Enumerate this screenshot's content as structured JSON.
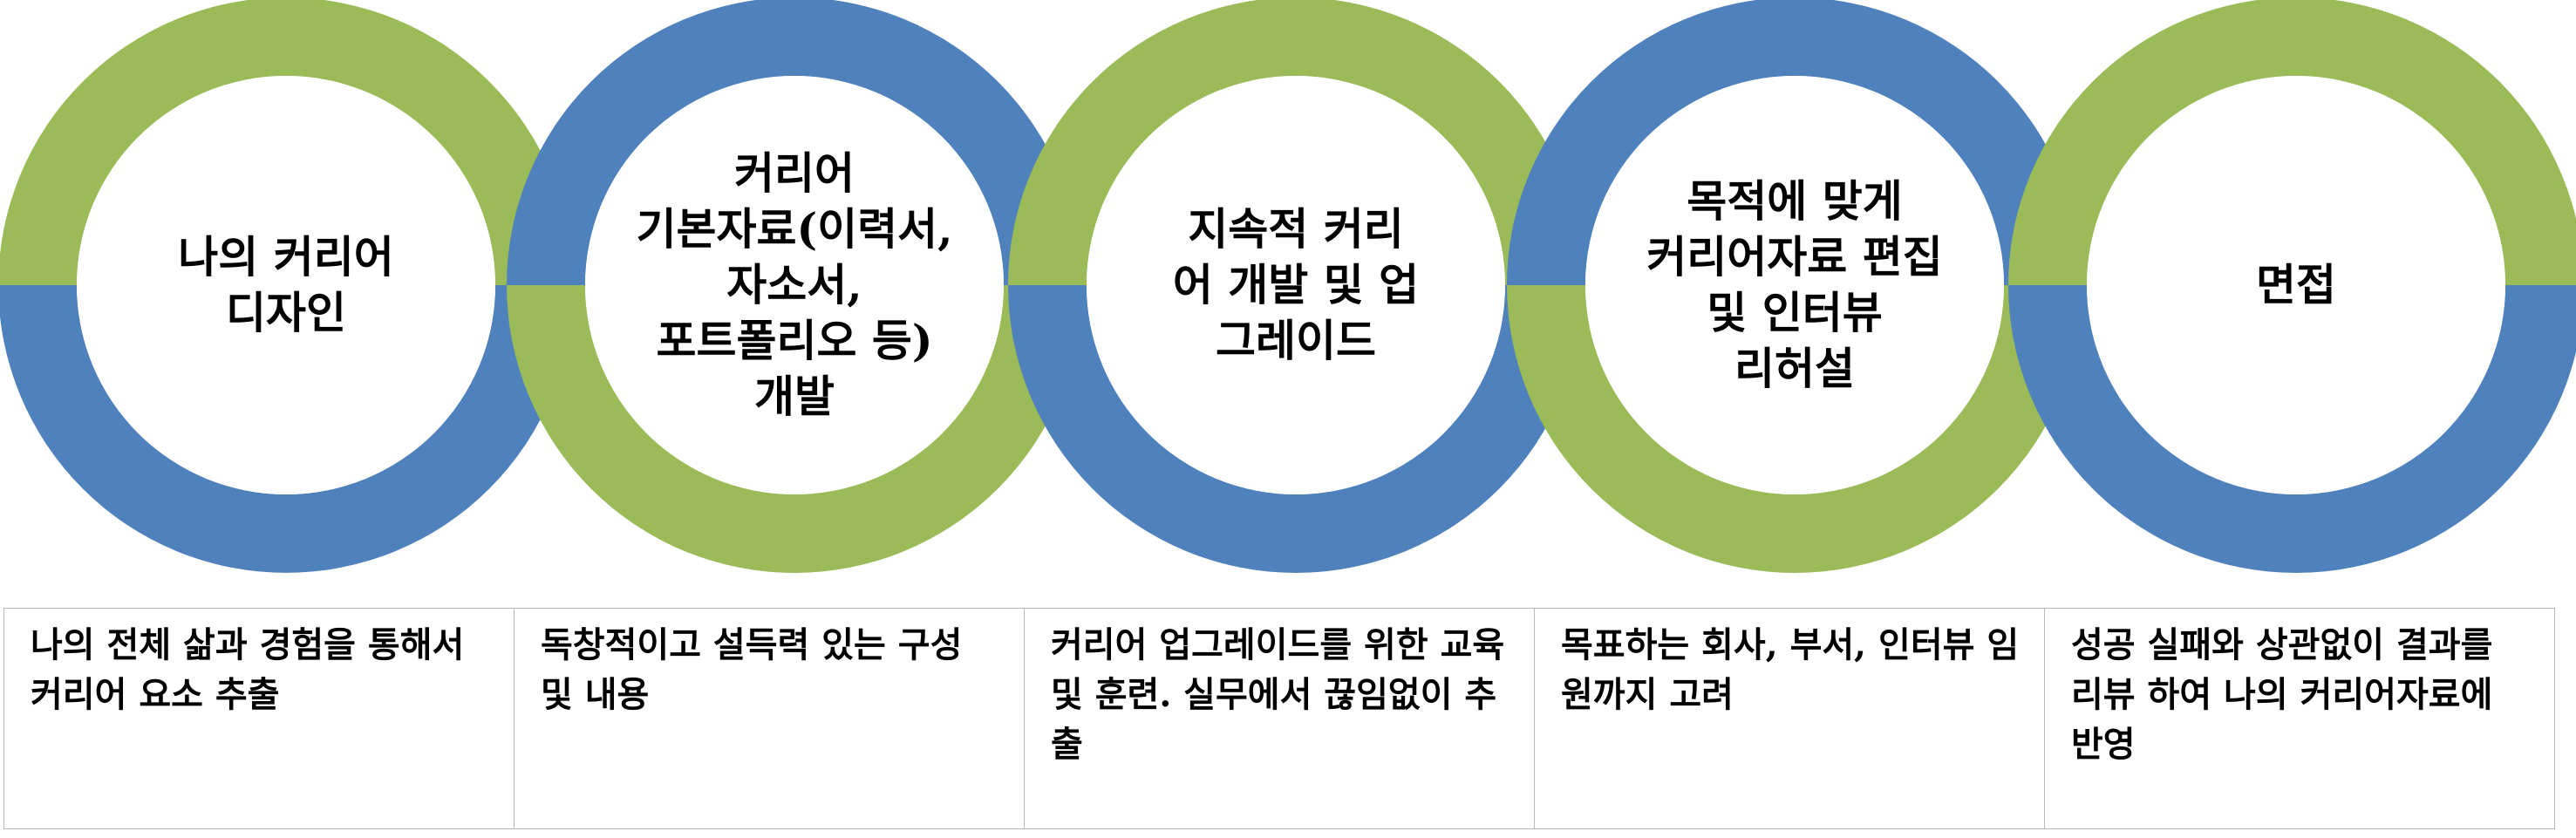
{
  "colors": {
    "blue": "#4F81BD",
    "green": "#9BBB59"
  },
  "steps": [
    {
      "title": "나의 커리어\n디자인",
      "top": "green",
      "bottom": "blue",
      "description": "나의 전체 삶과 경험을 통해서 커리어 요소 추출"
    },
    {
      "title": "커리어\n기본자료(이력서,\n자소서,\n포트폴리오 등)\n개발",
      "top": "blue",
      "bottom": "green",
      "description": "독창적이고 설득력 있는 구성 및 내용"
    },
    {
      "title": "지속적 커리\n어 개발 및 업\n그레이드",
      "top": "green",
      "bottom": "blue",
      "description": "커리어 업그레이드를 위한 교육 및 훈련. 실무에서 끊임없이 추출"
    },
    {
      "title": "목적에 맞게\n커리어자료 편집\n및 인터뷰\n리허설",
      "top": "blue",
      "bottom": "green",
      "description": "목표하는 회사, 부서, 인터뷰 임원까지 고려"
    },
    {
      "title": "면접",
      "top": "green",
      "bottom": "blue",
      "description": "성공 실패와 상관없이 결과를 리뷰 하여 나의 커리어자료에 반영"
    }
  ]
}
